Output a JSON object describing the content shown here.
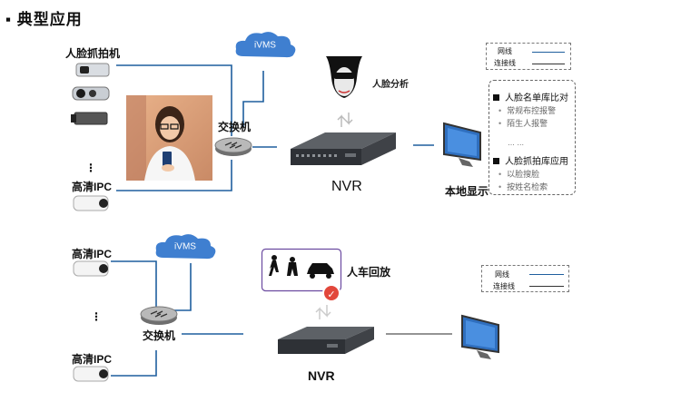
{
  "title": "典型应用",
  "top": {
    "cameras_label": "人脸抓拍机",
    "dots": "⋮",
    "hd_ipc_label": "高清IPC",
    "ivms_label": "iVMS",
    "switch_label": "交换机",
    "face_analysis_label": "人脸分析",
    "nvr_label": "NVR",
    "local_display_label": "本地显示",
    "legend": {
      "network": "网线",
      "connection": "连接线"
    },
    "features": {
      "group1_title": "人脸名单库比对",
      "group1_items": [
        "常规布控报警",
        "陌生人报警"
      ],
      "ellipsis": "… …",
      "group2_title": "人脸抓拍库应用",
      "group2_items": [
        "以脸搜脸",
        "按姓名检索"
      ]
    }
  },
  "bottom": {
    "hd_ipc_label_1": "高清IPC",
    "dots": "⋮",
    "hd_ipc_label_2": "高清IPC",
    "ivms_label": "iVMS",
    "switch_label": "交换机",
    "playback_label": "人车回放",
    "nvr_label": "NVR",
    "legend": {
      "network": "网线",
      "connection": "连接线"
    }
  },
  "colors": {
    "network_line": "#1f5f9e",
    "connection_line": "#333333",
    "cloud": "#3f7fd0",
    "check_badge": "#e2473b"
  }
}
